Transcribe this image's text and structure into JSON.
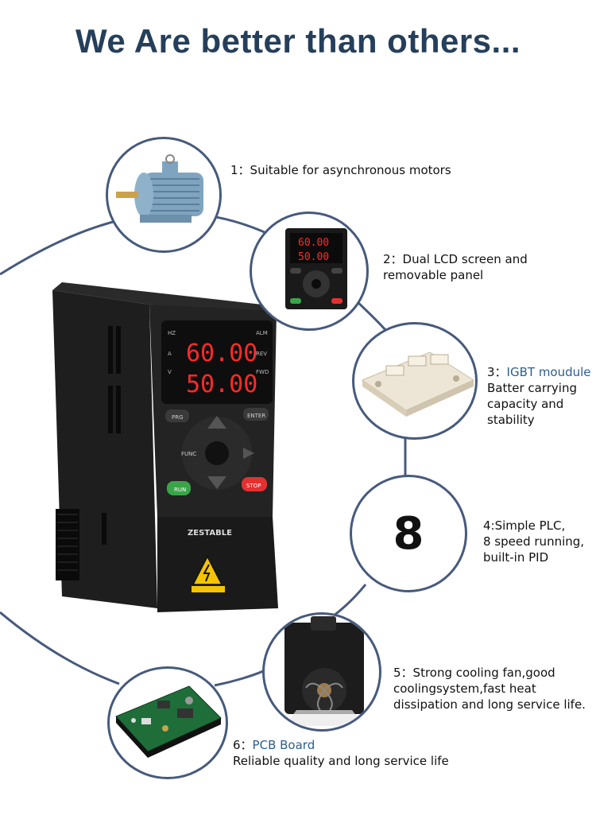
{
  "title": "We Are better than others...",
  "features": [
    {
      "prefix": "1：",
      "name": "Suitable for asynchronous motors",
      "desc": ""
    },
    {
      "prefix": "2：",
      "name": "Dual LCD screen and",
      "desc": "removable panel"
    },
    {
      "prefix": "3：",
      "name": "IGBT moudule",
      "desc_lines": [
        "Batter carrying",
        "capacity and",
        "stability"
      ]
    },
    {
      "prefix": "4:",
      "name": "Simple PLC,",
      "desc_lines": [
        "8 speed running,",
        "built-in PID"
      ]
    },
    {
      "prefix": "5：",
      "name": "Strong cooling fan,good",
      "desc_lines": [
        "coolingsystem,fast heat",
        "dissipation and long service life."
      ]
    },
    {
      "prefix": "6：",
      "name": "PCB Board",
      "desc": "Reliable quality and long service life"
    }
  ],
  "big_number": "8",
  "device": {
    "brand": "ZESTABLE",
    "display_top": "60.00",
    "display_bottom": "50.00",
    "buttons": {
      "prg": "PRG",
      "enter": "ENTER",
      "func": "FUNC",
      "run": "RUN",
      "stop": "STOP"
    },
    "indicators": {
      "hz": "HZ",
      "a": "A",
      "v": "V",
      "alm": "ALM",
      "rev": "REV",
      "fwd": "FWD"
    }
  },
  "colors": {
    "title": "#253f5b",
    "circle_border": "#465a7c",
    "accent": "#2e5d8c",
    "display": "#ff2a2a"
  }
}
